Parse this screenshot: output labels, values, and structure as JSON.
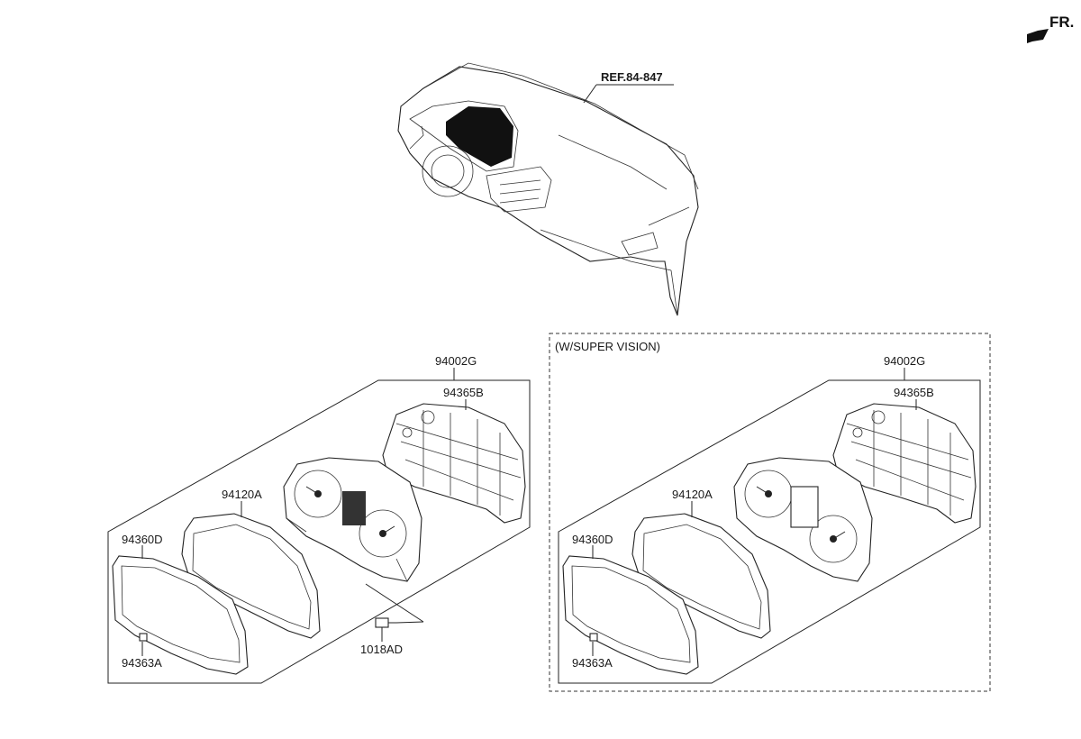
{
  "orientation": {
    "label": "FR."
  },
  "dashboard": {
    "ref_label": "REF.84-847"
  },
  "assembly_standard": {
    "labels": {
      "assembly": "94002G",
      "case": "94365B",
      "window": "94120A",
      "lens": "94360D",
      "knob": "94363A",
      "screw": "1018AD"
    }
  },
  "assembly_super_vision": {
    "title": "(W/SUPER VISION)",
    "labels": {
      "assembly": "94002G",
      "case": "94365B",
      "window": "94120A",
      "lens": "94360D",
      "knob": "94363A"
    }
  },
  "icons": {
    "direction": "arrow-icon"
  }
}
